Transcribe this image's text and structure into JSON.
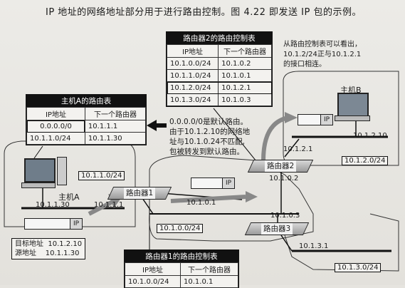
{
  "caption": "IP 地址的网络地址部分用于进行路由控制。图 4.22 即发送 IP 包的示例。",
  "router2_table": {
    "title": "路由器2的路由控制表",
    "col_ip": "IP地址",
    "col_next": "下一个路由器",
    "rows": [
      {
        "ip": "10.1.0.0/24",
        "next": "10.1.0.2"
      },
      {
        "ip": "10.1.1.0/24",
        "next": "10.1.0.1"
      },
      {
        "ip": "10.1.2.0/24",
        "next": "10.1.2.1"
      },
      {
        "ip": "10.1.3.0/24",
        "next": "10.1.0.3"
      }
    ]
  },
  "router2_note": [
    "从路由控制表可以看出，",
    "10.1.2/24正与10.1.2.1",
    "的接口相连。"
  ],
  "hostA_table": {
    "title": "主机A的路由表",
    "col_ip": "IP地址",
    "col_next": "下一个路由器",
    "rows": [
      {
        "ip": "0.0.0.0/0",
        "next": "10.1.1.1"
      },
      {
        "ip": "10.1.1.0/24",
        "next": "10.1.1.30"
      }
    ]
  },
  "default_note": [
    "0.0.0.0/0是默认路由。",
    "由于10.1.2.10的网络地",
    "址与10.1.0.24不匹配,",
    "包被转发到默认路由。"
  ],
  "router1_table": {
    "title": "路由器1的路由控制表",
    "col_ip": "IP地址",
    "col_next": "下一个路由器",
    "rows": [
      {
        "ip": "10.1.0.0/24",
        "next": "10.1.0.1"
      }
    ]
  },
  "devices": {
    "host_a": "主机A",
    "host_b": "主机B",
    "router1": "路由器1",
    "router2": "路由器2",
    "router3": "路由器3"
  },
  "labels": {
    "net_a": "10.1.1.0/24",
    "host_a_ip": "10.1.1.30",
    "r1_a": "10.1.1.1",
    "r1_b": "10.1.0.1",
    "r2_lower": "10.1.0.2",
    "r2_upper": "10.1.2.1",
    "host_b_ip": "10.1.2.10",
    "net_b": "10.1.2.0/24",
    "net_0": "10.1.0.0/24",
    "r3_top": "10.1.0.3",
    "r3_bottom": "10.1.3.1",
    "net_3": "10.1.3.0/24"
  },
  "packet": {
    "ip": "IP",
    "dst_label": "目标地址",
    "dst_value": "10.1.2.10",
    "src_label": "源地址",
    "src_value": "10.1.1.30"
  }
}
